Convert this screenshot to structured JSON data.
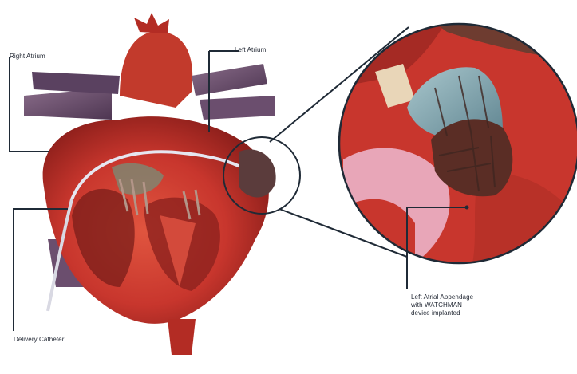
{
  "labels": {
    "right_atrium": "Right Atrium",
    "left_atrium": "Left Atrium",
    "delivery_catheter": "Delivery Catheter",
    "left_atrial_appendage": [
      "Left Atrial Appendage",
      "with WATCHMAN",
      "device implanted"
    ]
  },
  "colors": {
    "heart_red": "#c8362d",
    "heart_dark": "#7a1d1a",
    "vein_purple": "#6b4e6e",
    "device_blue": "#7fa2ad",
    "tissue_pink": "#e8a6b8",
    "leader_line": "#1f2a36",
    "background": "#ffffff"
  }
}
